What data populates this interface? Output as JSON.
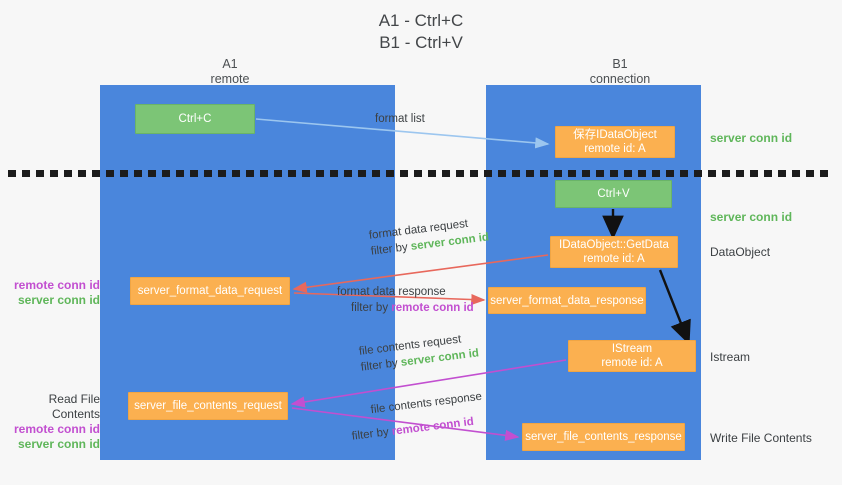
{
  "title": {
    "line1": "A1 - Ctrl+C",
    "line2": "B1 - Ctrl+V"
  },
  "columns": {
    "left": {
      "name": "A1",
      "role": "remote"
    },
    "right": {
      "name": "B1",
      "role": "connection"
    }
  },
  "boxes": {
    "ctrl_c": {
      "label": "Ctrl+C",
      "color": "#7cc576"
    },
    "save_idataobject": {
      "line1": "保存IDataObject",
      "line2": "remote id: A",
      "color": "#fbb050"
    },
    "ctrl_v": {
      "label": "Ctrl+V",
      "color": "#7cc576"
    },
    "getdata": {
      "line1": "IDataObject::GetData",
      "line2": "remote id: A",
      "color": "#fbb050"
    },
    "server_format_data_request": {
      "label": "server_format_data_request",
      "color": "#fbb050"
    },
    "server_format_data_response": {
      "label": "server_format_data_response",
      "color": "#fbb050"
    },
    "istream": {
      "line1": "IStream",
      "line2": "remote id: A",
      "color": "#fbb050"
    },
    "server_file_contents_request": {
      "label": "server_file_contents_request",
      "color": "#fbb050"
    },
    "server_file_contents_response": {
      "label": "server_file_contents_response",
      "color": "#fbb050"
    }
  },
  "edge_labels": {
    "format_list": "format list",
    "format_data_request": {
      "line1": "format data request",
      "filter_prefix": "filter by ",
      "filter_key": "server conn id"
    },
    "format_data_response": {
      "line1": "format data response",
      "filter_prefix": "filter by ",
      "filter_key": "remote conn id"
    },
    "file_contents_request": {
      "line1": "file contents request",
      "filter_prefix": "filter by ",
      "filter_key": "server conn id"
    },
    "file_contents_response": {
      "line1": "file contents response",
      "filter_prefix": "filter by ",
      "filter_key": "remote conn id"
    }
  },
  "right_notes": {
    "server_conn_id_1": "server conn id",
    "server_conn_id_2": "server conn id",
    "dataobject": "DataObject",
    "istream": "Istream",
    "write_file_contents": "Write File Contents"
  },
  "left_notes": {
    "group1": {
      "remote": "remote conn id",
      "server": "server conn id"
    },
    "group2": {
      "heading": "Read File Contents",
      "remote": "remote conn id",
      "server": "server conn id"
    }
  },
  "colors": {
    "lane": "#4a86dc",
    "green_text": "#5fb65a",
    "magenta_text": "#c24fd0",
    "arrow_blue": "#9cc6ef",
    "arrow_red": "#e8685c",
    "arrow_magenta": "#c24fd0",
    "arrow_black": "#111111",
    "background": "#f7f7f7"
  }
}
